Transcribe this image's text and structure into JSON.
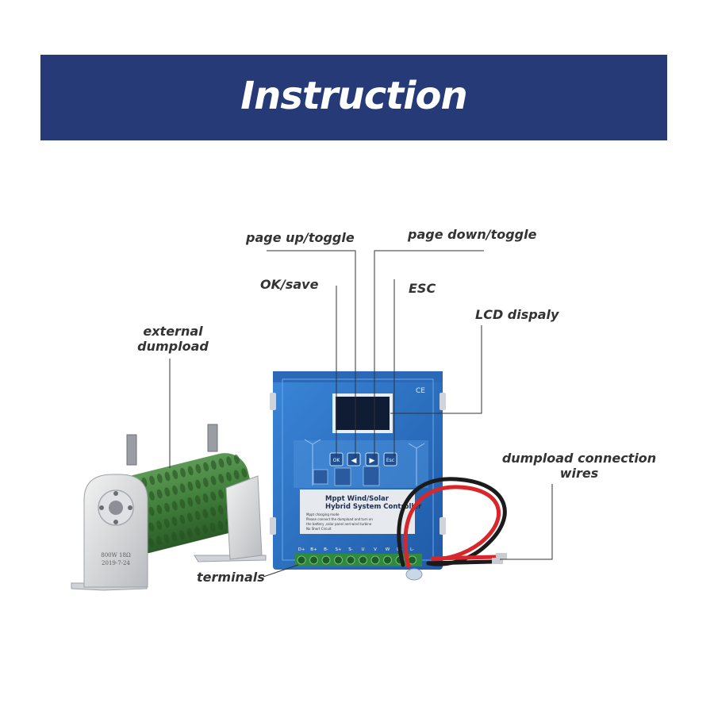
{
  "header": {
    "title": "Instruction"
  },
  "labels": {
    "page_up": "page up/toggle",
    "page_down": "page down/toggle",
    "ok_save": "OK/save",
    "esc": "ESC",
    "lcd": "LCD dispaly",
    "external_dumpload_line1": "external",
    "external_dumpload_line2": "dumpload",
    "dumpload_wires_line1": "dumpload connection",
    "dumpload_wires_line2": "wires",
    "terminals": "terminals"
  },
  "device": {
    "title_line1": "Mppt Wind/Solar",
    "title_line2": "Hybrid System Controller",
    "note_line1": "Mppt charging mode",
    "note_line2": "Please connect the dumpload and turn on",
    "note_line3": "the battery ,solar panel and wind turbine",
    "note_line4": "No Short Circuit",
    "ce_mark": "CE",
    "buttons": {
      "ok": "OK",
      "left": "◀",
      "right": "▶",
      "esc": "Esc"
    },
    "terminal_labels": [
      "D+",
      "B+",
      "B-",
      "S+",
      "S-",
      "U",
      "V",
      "W",
      "L+",
      "L-"
    ]
  },
  "resistor": {
    "stamp_line1": "800W 18Ω",
    "stamp_line2": "2019-7-24"
  },
  "colors": {
    "banner": "#263a78",
    "controller": "#2f72c4",
    "resistor": "#3f7d3a",
    "leader": "#333333"
  }
}
